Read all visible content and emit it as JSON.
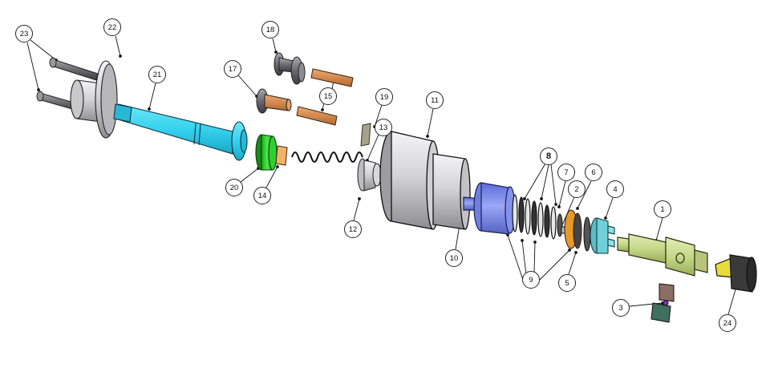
{
  "diagram": {
    "type": "exploded-assembly-view",
    "colors": {
      "shaft_cyan": "#35d2ee",
      "housing_gray": "#c9c9cc",
      "piston_blue": "#7f8ff0",
      "green_ring": "#2ecf2e",
      "copper_pin": "#d28a4c",
      "orange_washer": "#e59a2a",
      "teal_nut": "#6fd0d8",
      "body_olive": "#c6d88a",
      "cap_dark": "#3a3a3a",
      "cap_yellow": "#e8dc3a",
      "valve_brown": "#8b6d64",
      "valve_green": "#3f6f5e",
      "valve_purple": "#8a2cc9"
    },
    "parts": [
      {
        "id": "1",
        "label": "1",
        "name": "main body",
        "balloon": [
          826,
          261
        ],
        "leader": [
          [
            826,
            272
          ],
          [
            818,
            300
          ]
        ]
      },
      {
        "id": "2",
        "label": "2",
        "name": "small bushing",
        "balloon": [
          719,
          236
        ],
        "leader": [
          [
            716,
            246
          ],
          [
            700,
            283
          ]
        ]
      },
      {
        "id": "3",
        "label": "3",
        "name": "side valve",
        "balloon": [
          774,
          384
        ],
        "leader": [
          [
            785,
            382
          ],
          [
            826,
            378
          ]
        ]
      },
      {
        "id": "4",
        "label": "4",
        "name": "retaining nut",
        "balloon": [
          767,
          236
        ],
        "leader": [
          [
            764,
            247
          ],
          [
            755,
            272
          ]
        ]
      },
      {
        "id": "5",
        "label": "5",
        "name": "thin washer",
        "balloon": [
          707,
          353
        ],
        "leader": [
          [
            709,
            342
          ],
          [
            718,
            315
          ]
        ]
      },
      {
        "id": "6",
        "label": "6",
        "name": "orange washer",
        "balloon": [
          740,
          215
        ],
        "leader": [
          [
            737,
            226
          ],
          [
            720,
            260
          ]
        ]
      },
      {
        "id": "7",
        "label": "7",
        "name": "disc spacer",
        "balloon": [
          706,
          215
        ],
        "leader": [
          [
            705,
            226
          ],
          [
            697,
            258
          ]
        ]
      },
      {
        "id": "8",
        "label": "8",
        "name": "seal rings",
        "bold": true,
        "balloon": [
          684,
          195
        ],
        "leaders": [
          [
            [
              680,
              204
            ],
            [
              654,
              248
            ]
          ],
          [
            [
              684,
              206
            ],
            [
              675,
              248
            ]
          ],
          [
            [
              687,
              205
            ],
            [
              693,
              255
            ]
          ]
        ]
      },
      {
        "id": "9",
        "label": "9",
        "name": "spacer rings",
        "balloon": [
          662,
          349
        ],
        "leaders": [
          [
            [
              652,
              349
            ],
            [
              633,
              293
            ]
          ],
          [
            [
              656,
              343
            ],
            [
              651,
              300
            ]
          ],
          [
            [
              666,
              340
            ],
            [
              667,
              302
            ]
          ],
          [
            [
              673,
              349
            ],
            [
              710,
              312
            ]
          ]
        ]
      },
      {
        "id": "10",
        "label": "10",
        "name": "piston",
        "balloon": [
          566,
          322
        ],
        "leader": [
          [
            568,
            311
          ],
          [
            575,
            268
          ]
        ]
      },
      {
        "id": "11",
        "label": "11",
        "name": "housing",
        "balloon": [
          542,
          125
        ],
        "leader": [
          [
            540,
            136
          ],
          [
            533,
            170
          ]
        ]
      },
      {
        "id": "12",
        "label": "12",
        "name": "spring seat",
        "balloon": [
          440,
          286
        ],
        "leader": [
          [
            441,
            275
          ],
          [
            448,
            248
          ]
        ]
      },
      {
        "id": "13",
        "label": "13",
        "name": "guide bushing",
        "balloon": [
          478,
          159
        ],
        "leader": [
          [
            472,
            168
          ],
          [
            458,
            200
          ]
        ]
      },
      {
        "id": "14",
        "label": "14",
        "name": "small orange bushing",
        "balloon": [
          327,
          244
        ],
        "leader": [
          [
            332,
            234
          ],
          [
            346,
            208
          ]
        ]
      },
      {
        "id": "15",
        "label": "15",
        "name": "pins",
        "balloon": [
          409,
          120
        ],
        "leaders": [
          [
            [
              414,
              111
            ],
            [
              416,
              100
            ]
          ],
          [
            [
              404,
              128
            ],
            [
              402,
              137
            ]
          ]
        ]
      },
      {
        "id": "16",
        "label": "",
        "name": "",
        "hidden": true
      },
      {
        "id": "17",
        "label": "17",
        "name": "flanged pin",
        "balloon": [
          290,
          86
        ],
        "leader": [
          [
            297,
            94
          ],
          [
            320,
            120
          ]
        ]
      },
      {
        "id": "18",
        "label": "18",
        "name": "stepped plug",
        "balloon": [
          337,
          37
        ],
        "leader": [
          [
            340,
            48
          ],
          [
            344,
            65
          ]
        ]
      },
      {
        "id": "19",
        "label": "19",
        "name": "small key",
        "balloon": [
          479,
          121
        ],
        "leader": [
          [
            476,
            131
          ],
          [
            467,
            158
          ]
        ]
      },
      {
        "id": "20",
        "label": "20",
        "name": "green ring",
        "balloon": [
          292,
          234
        ],
        "leader": [
          [
            300,
            227
          ],
          [
            322,
            210
          ]
        ]
      },
      {
        "id": "21",
        "label": "21",
        "name": "shaft",
        "balloon": [
          196,
          93
        ],
        "leader": [
          [
            194,
            104
          ],
          [
            186,
            136
          ]
        ]
      },
      {
        "id": "22",
        "label": "22",
        "name": "flange plate",
        "balloon": [
          140,
          34
        ],
        "leader": [
          [
            144,
            45
          ],
          [
            150,
            70
          ]
        ]
      },
      {
        "id": "23",
        "label": "23",
        "name": "bolts",
        "balloon": [
          30,
          42
        ],
        "leaders": [
          [
            [
              38,
              50
            ],
            [
              70,
              75
            ]
          ],
          [
            [
              34,
              53
            ],
            [
              48,
              112
            ]
          ]
        ]
      },
      {
        "id": "24",
        "label": "24",
        "name": "end cap",
        "balloon": [
          907,
          403
        ],
        "leader": [
          [
            908,
            392
          ],
          [
            922,
            344
          ]
        ]
      }
    ]
  }
}
